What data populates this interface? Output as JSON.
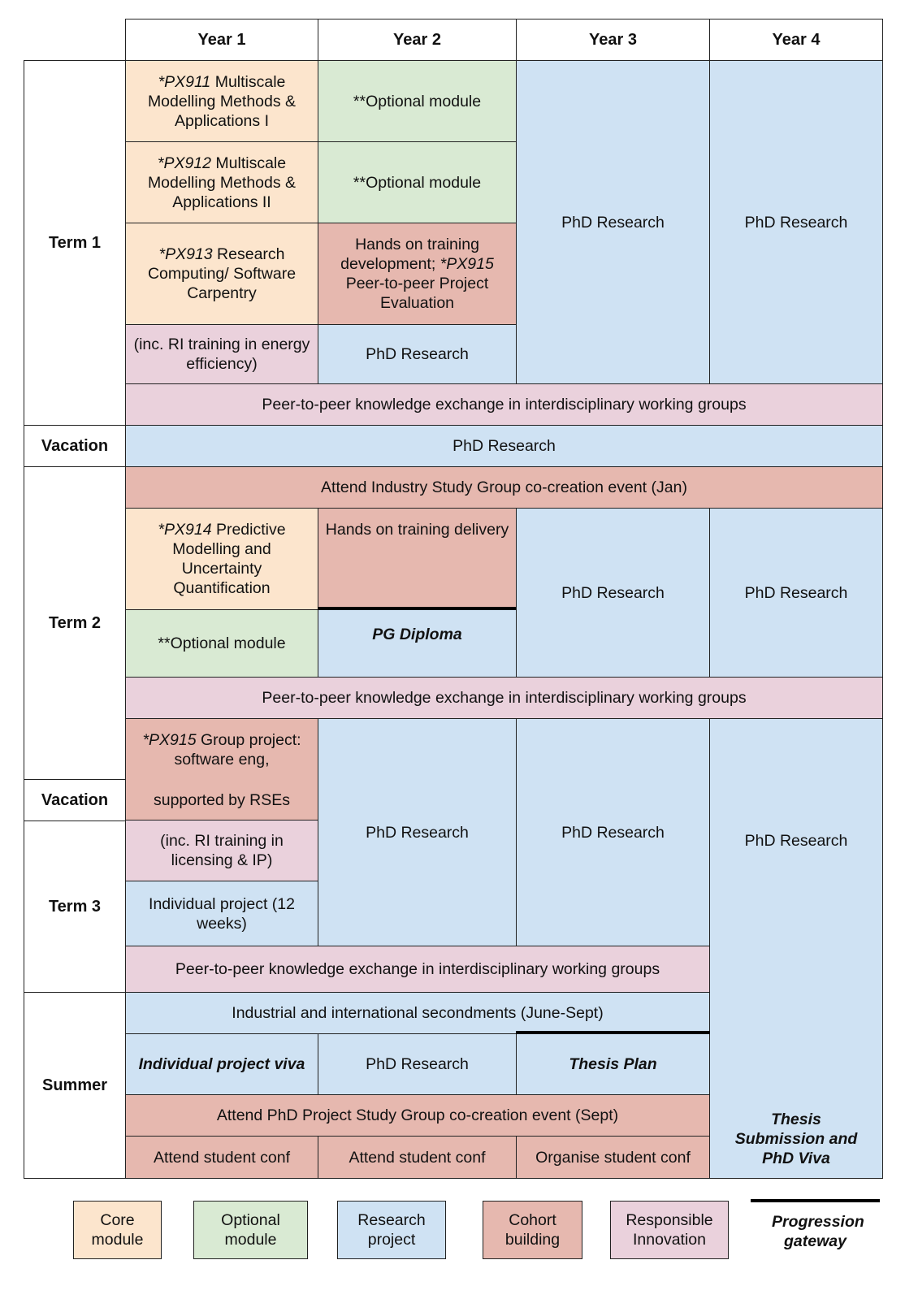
{
  "headers": [
    "Year 1",
    "Year 2",
    "Year 3",
    "Year 4"
  ],
  "rows": {
    "term1": "Term 1",
    "vacation1": "Vacation",
    "term2": "Term 2",
    "vacation2": "Vacation",
    "term3": "Term 3",
    "summer": "Summer"
  },
  "term1": {
    "y1_px911_code": "*PX911",
    "y1_px911_rest": " Multiscale Modelling Methods & Applications I",
    "y2_opt_a": "**Optional module",
    "y1_px912_code": "*PX912",
    "y1_px912_rest": " Multiscale Modelling Methods & Applications II",
    "y2_opt_b": "**Optional module",
    "y1_px913_code": "*PX913",
    "y1_px913_rest": " Research Computing/ Software Carpentry",
    "y2_handson_a": "Hands on training development; ",
    "y2_px915_code": "*PX915",
    "y2_px915_rest": " Peer-to-peer Project Evaluation",
    "y1_ri": "(inc. RI training in energy efficiency)",
    "y2_research": "PhD Research",
    "y3_research": "PhD Research",
    "y4_research": "PhD Research",
    "peer": "Peer-to-peer knowledge exchange in interdisciplinary working groups"
  },
  "vacation1": {
    "research": "PhD Research"
  },
  "term2": {
    "industry_event": "Attend Industry Study Group co-creation event (Jan)",
    "y1_px914_code": "*PX914",
    "y1_px914_rest": " Predictive Modelling and Uncertainty Quantification",
    "y2_handson": "Hands on training delivery",
    "y1_opt": "**Optional module",
    "y2_pg": "PG Diploma",
    "y3_research": "PhD Research",
    "y4_research": "PhD Research",
    "peer": "Peer-to-peer knowledge exchange in interdisciplinary working groups"
  },
  "term3": {
    "y1_px915_code": "*PX915",
    "y1_px915_rest": " Group project: software eng,",
    "y1_px915_rses": "supported by RSEs",
    "y1_ri": "(inc. RI training in licensing & IP)",
    "y1_individual": "Individual project (12 weeks)",
    "y2_research": "PhD Research",
    "y3_research": "PhD Research",
    "y4_research": "PhD Research",
    "peer": "Peer-to-peer knowledge exchange in interdisciplinary working groups"
  },
  "summer": {
    "secondments": "Industrial and international secondments (June-Sept)",
    "y1_viva": "Individual project viva",
    "y2_research": "PhD Research",
    "y3_thesis_plan": "Thesis Plan",
    "phd_event": "Attend PhD Project Study Group co-creation event (Sept)",
    "y1_conf": "Attend student conf",
    "y2_conf": "Attend student conf",
    "y3_conf": "Organise student conf",
    "y4_thesis": "Thesis Submission and PhD Viva"
  },
  "legend": {
    "core": "Core module",
    "optional": "Optional module",
    "research": "Research project",
    "cohort": "Cohort building",
    "ri": "Responsible Innovation",
    "gateway": "Progression gateway"
  },
  "colors": {
    "core": "#fce5cd",
    "optional": "#d9ead3",
    "research": "#cfe2f3",
    "cohort": "#e6b8af",
    "ri": "#ead1dc",
    "gateway": "#000000"
  }
}
